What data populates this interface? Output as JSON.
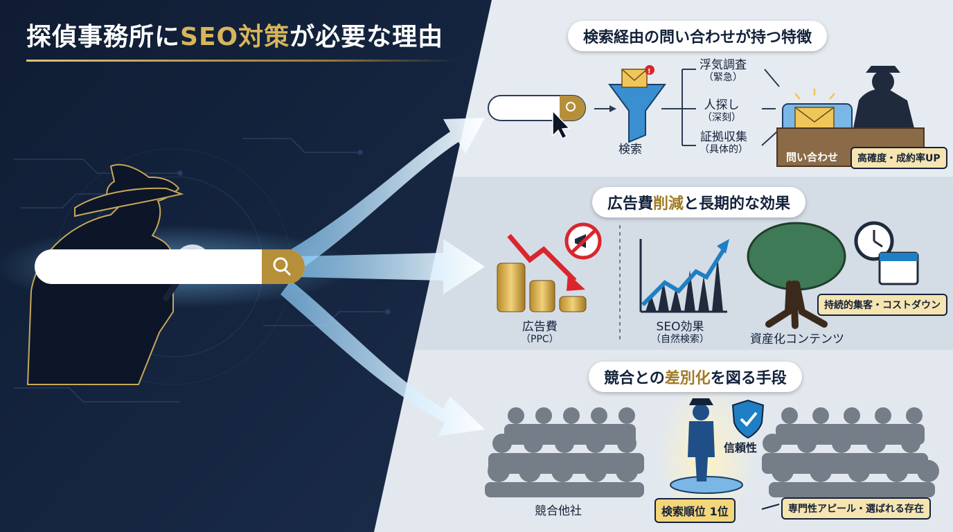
{
  "title": {
    "part1": "探偵事務所に",
    "highlight": "SEO対策",
    "part2": "が必要な理由"
  },
  "section1": {
    "title": "検索経由の問い合わせが持つ特徴",
    "funnel_label": "検索",
    "reasons": [
      {
        "line1": "浮気調査",
        "line2": "（緊急）"
      },
      {
        "line1": "人探し",
        "line2": "（深刻）"
      },
      {
        "line1": "証拠収集",
        "line2": "（具体的）"
      }
    ],
    "inquiry_label": "問い合わせ",
    "result_badge": "高確度・成約率UP"
  },
  "section2": {
    "title_part1": "広告費",
    "title_highlight": "削減",
    "title_part2": "と長期的な効果",
    "ad_cost_label": "広告費",
    "ad_cost_sub": "（PPC）",
    "seo_label": "SEO効果",
    "seo_sub": "（自然検索）",
    "asset_label": "資産化コンテンツ",
    "asset_badge": "持続的集客・コストダウン"
  },
  "section3": {
    "title_part1": "競合との",
    "title_highlight": "差別化",
    "title_part2": "を図る手段",
    "competitors_label": "競合他社",
    "trust_label": "信頼性",
    "rank_badge": "検索順位 1位",
    "appeal_badge": "専門性アピール・選ばれる存在"
  },
  "colors": {
    "navy": "#0f1d36",
    "gold": "#d7b55a",
    "light_bg": "#dfe5ec",
    "arrow_glow": "#bfe6ff",
    "alert_red": "#d9262c",
    "growth_blue": "#1f7fc4"
  }
}
